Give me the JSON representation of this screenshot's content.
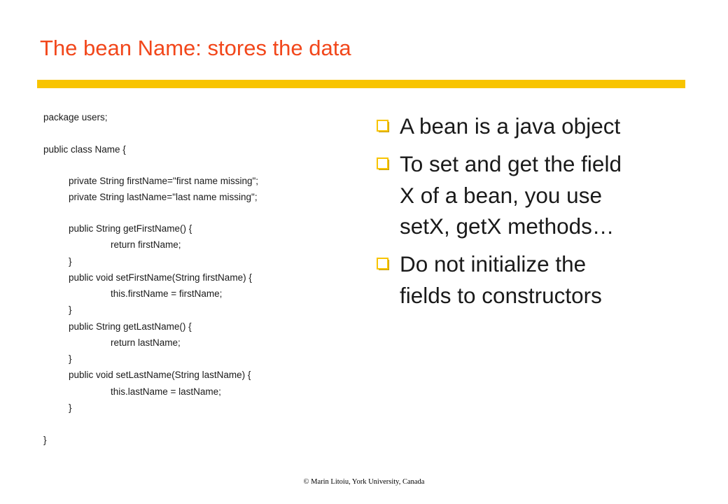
{
  "slide": {
    "title": "The bean Name: stores the data",
    "accent_color": "#f8c400",
    "title_color": "#f2471b",
    "bullet_icon": "hollow-square-bullet-icon"
  },
  "code": {
    "lines": [
      "package users;",
      "public class Name {",
      "private String firstName=\"first name missing\";",
      "private String lastName=\"last name missing\";",
      "public String getFirstName() {",
      "return firstName;",
      "}",
      "public void setFirstName(String firstName) {",
      "this.firstName = firstName;",
      "}",
      "public String getLastName() {",
      "return lastName;",
      "}",
      "public void setLastName(String lastName) {",
      "this.lastName = lastName;",
      "}",
      "}"
    ]
  },
  "bullets": [
    {
      "lines": [
        "A bean is a java object"
      ]
    },
    {
      "lines": [
        "To set and get the field",
        "X of a bean, you use",
        "setX, getX methods…"
      ]
    },
    {
      "lines": [
        "Do not initialize the",
        "fields to constructors"
      ]
    }
  ],
  "footer": {
    "text": "© Marin Litoiu, York University, Canada"
  }
}
